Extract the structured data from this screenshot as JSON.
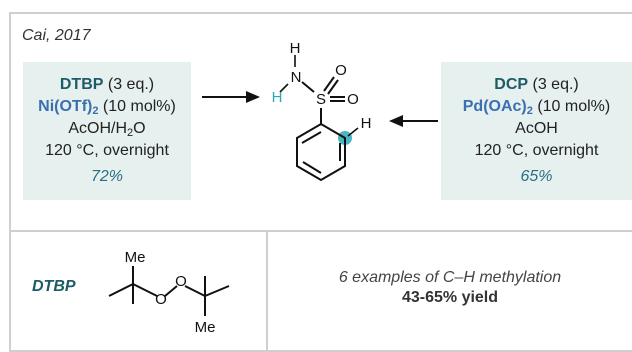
{
  "citation": "Cai, 2017",
  "left_conditions": {
    "reagent": "DTBP",
    "reagent_eq": " (3 eq.)",
    "catalyst": "Ni(OTf)",
    "catalyst_sub": "2",
    "catalyst_load": " (10 mol%)",
    "solvent_main": "AcOH/H",
    "solvent_sub": "2",
    "solvent_tail": "O",
    "temp_time": "120 °C, overnight",
    "yield": "72%"
  },
  "right_conditions": {
    "reagent": "DCP",
    "reagent_eq": " (3 eq.)",
    "catalyst": "Pd(OAc)",
    "catalyst_sub": "2",
    "catalyst_load": " (10 mol%)",
    "solvent": "AcOH",
    "temp_time": "120 °C, overnight",
    "yield": "65%"
  },
  "molecule": {
    "atom_H_top": "H",
    "atom_N": "N",
    "atom_H_left": "H",
    "atom_S": "S",
    "atom_O1": "O",
    "atom_O2": "O",
    "atom_H_ring": "H"
  },
  "bottom_left": {
    "label": "DTBP",
    "me_top": "Me",
    "me_bottom": "Me",
    "o1": "O",
    "o2": "O"
  },
  "bottom_right": {
    "line1": "6 examples of C–H methylation",
    "line2": "43-65% yield"
  },
  "colors": {
    "reagent": "#1d5c66",
    "catalyst": "#3a6fb0",
    "highlight_H": "#2aa8b8",
    "box_bg": "#e6f0ee"
  }
}
